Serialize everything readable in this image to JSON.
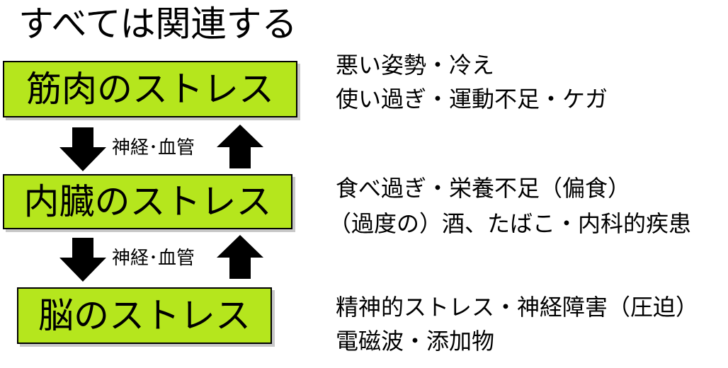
{
  "title": "すべては関連する",
  "levels": [
    {
      "label": "筋肉のストレス",
      "causes": [
        "悪い姿勢・冷え",
        "使い過ぎ・運動不足・ケガ"
      ]
    },
    {
      "label": "内臓のストレス",
      "causes": [
        "食べ過ぎ・栄養不足（偏食）",
        "（過度の）酒、たばこ・内科的疾患"
      ]
    },
    {
      "label": "脳のストレス",
      "causes": [
        "精神的ストレス・神経障害（圧迫）",
        "電磁波・添加物"
      ]
    }
  ],
  "connectors": [
    {
      "label": "神経･血管"
    },
    {
      "label": "神経･血管"
    }
  ],
  "colors": {
    "box_fill": "#b5e61d",
    "box_border": "#000000",
    "arrow": "#000000"
  },
  "icons": {
    "down": "arrow-down-icon",
    "up": "arrow-up-icon"
  }
}
